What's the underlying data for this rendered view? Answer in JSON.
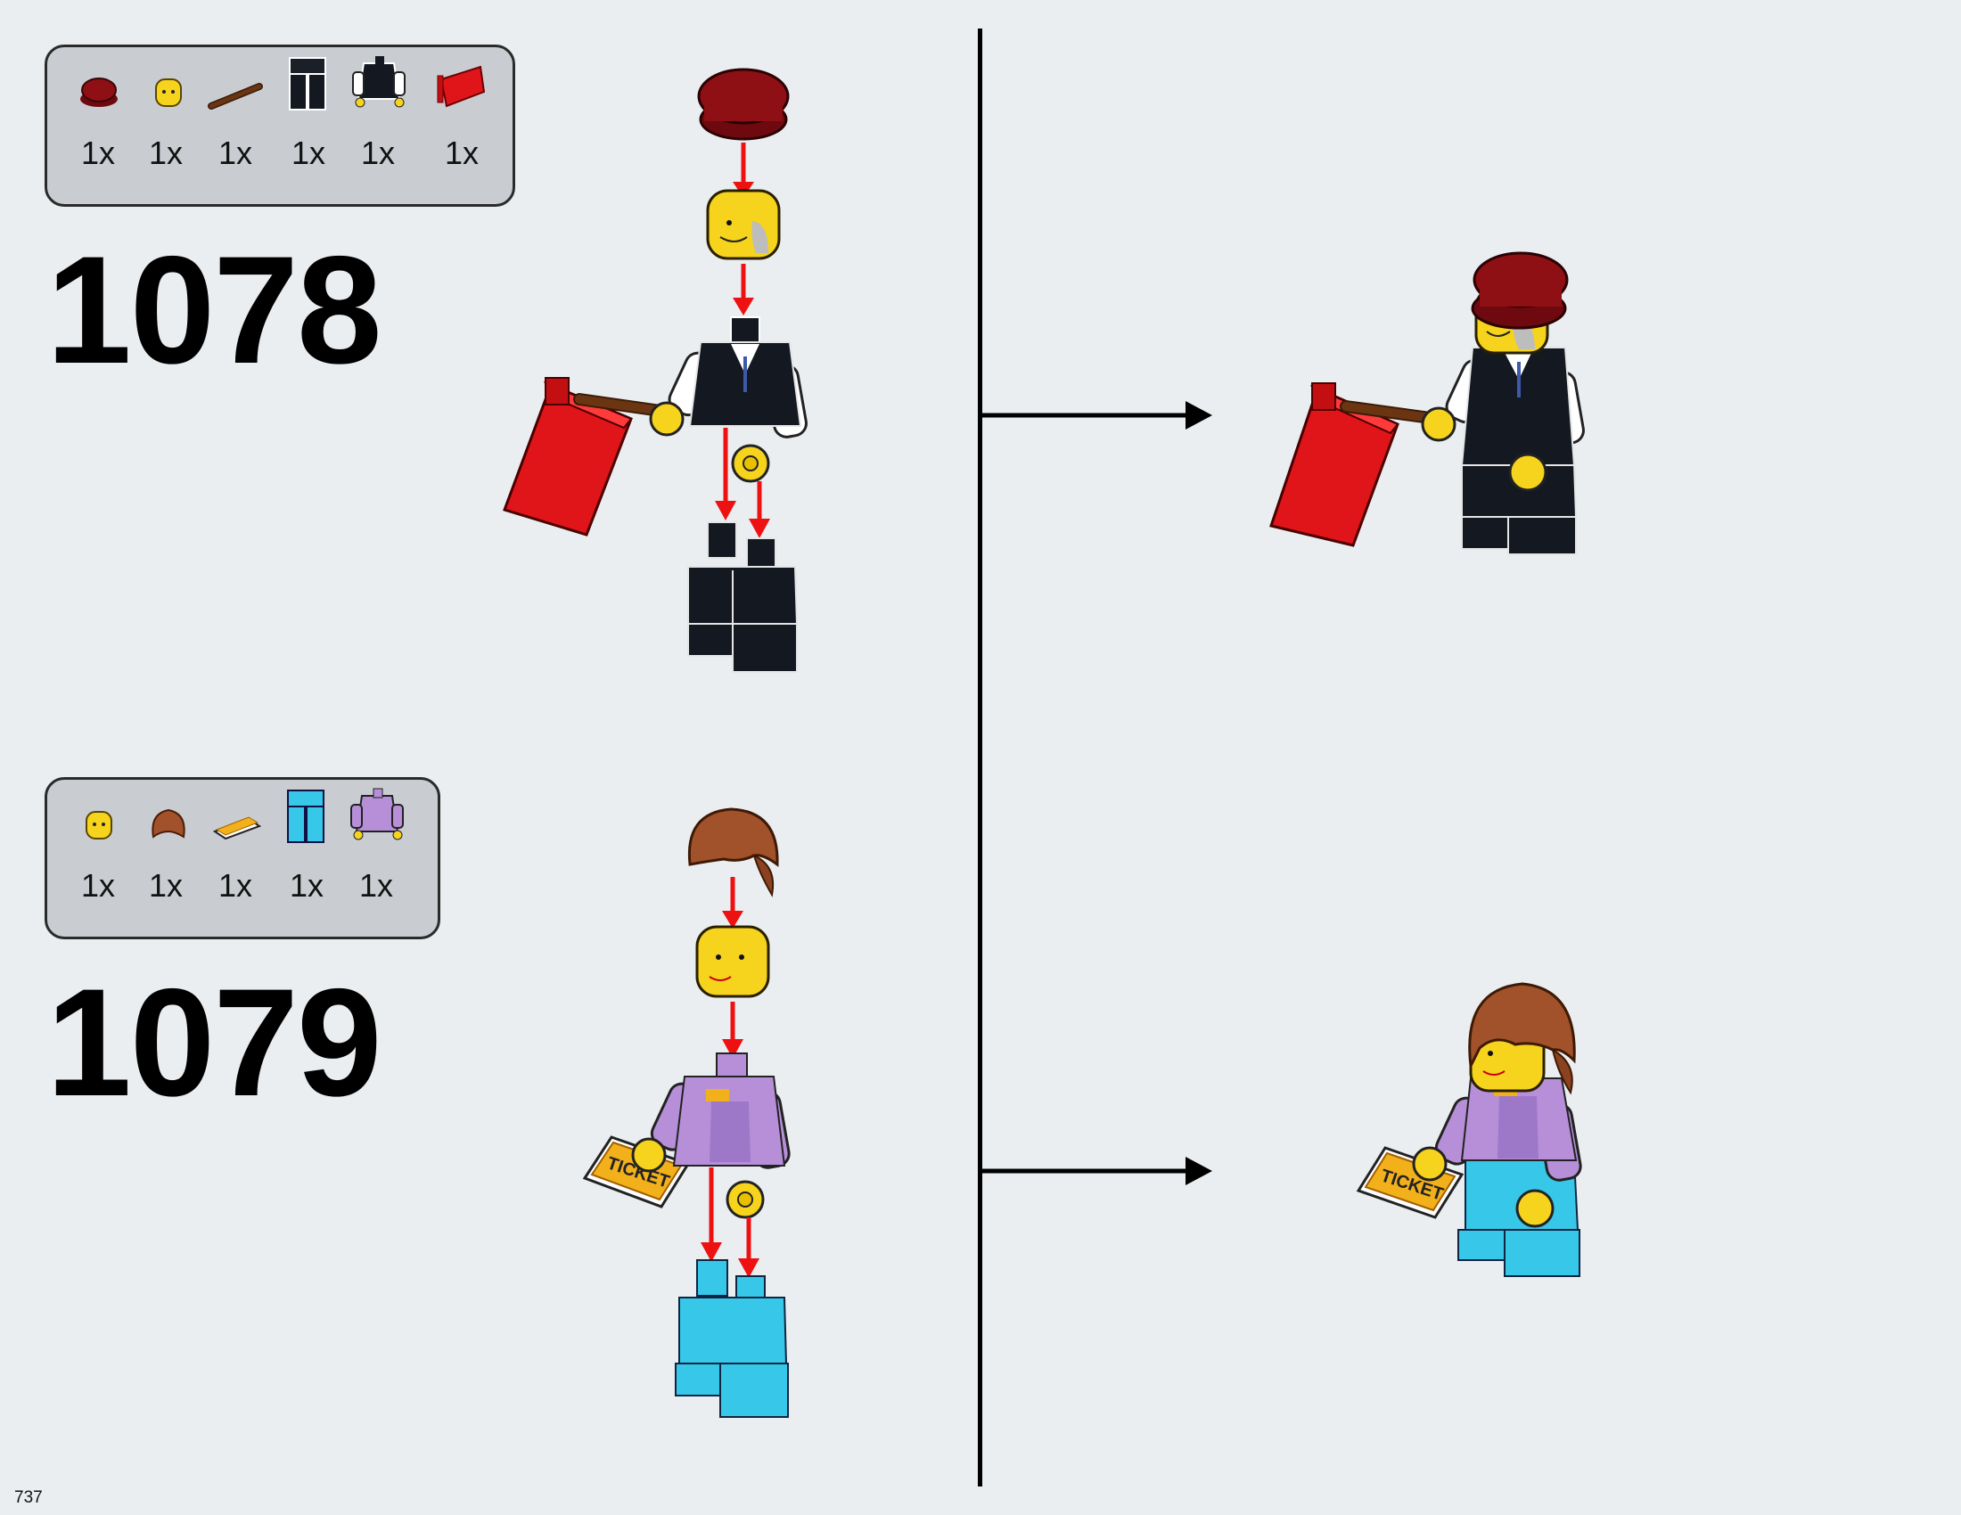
{
  "steps": [
    {
      "number": "1078",
      "parts": [
        {
          "name": "dark-red-cap",
          "qty": "1x"
        },
        {
          "name": "yellow-head",
          "qty": "1x"
        },
        {
          "name": "brown-bar",
          "qty": "1x"
        },
        {
          "name": "black-legs",
          "qty": "1x"
        },
        {
          "name": "black-vest-torso",
          "qty": "1x"
        },
        {
          "name": "red-flag",
          "qty": "1x"
        }
      ]
    },
    {
      "number": "1079",
      "parts": [
        {
          "name": "yellow-head",
          "qty": "1x"
        },
        {
          "name": "brown-hair",
          "qty": "1x"
        },
        {
          "name": "ticket-tile",
          "qty": "1x"
        },
        {
          "name": "azure-legs",
          "qty": "1x"
        },
        {
          "name": "lavender-torso",
          "qty": "1x"
        }
      ]
    }
  ],
  "ticket_text": "TICKET",
  "page_number": "737",
  "colors": {
    "background": "#eaeef1",
    "parts_box": "#c9cdd1",
    "dark_red": "#8e0f14",
    "yellow": "#f6d31c",
    "black": "#141821",
    "red": "#e0151a",
    "lavender": "#b78fd8",
    "azure": "#37c7e9",
    "brown_hair": "#a1522a",
    "arrow": "#ee1111"
  }
}
